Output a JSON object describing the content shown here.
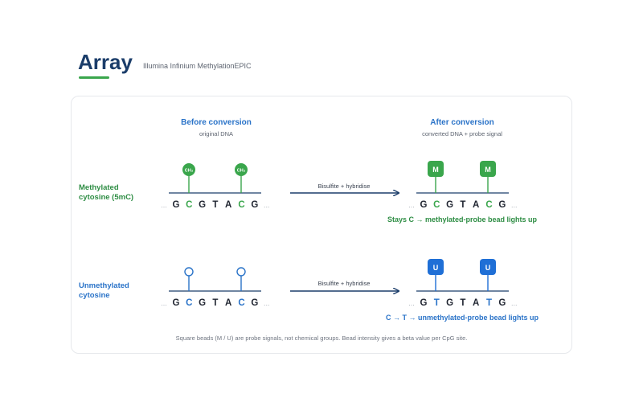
{
  "header": {
    "title": "Array",
    "subtitle": "Illumina Infinium MethylationEPIC"
  },
  "columns": {
    "before": {
      "title": "Before conversion",
      "subtitle": "original DNA"
    },
    "after": {
      "title": "After conversion",
      "subtitle": "converted DNA + probe signal"
    }
  },
  "rows": {
    "methylated": {
      "label_line1": "Methylated",
      "label_line2": "cytosine (5mC)",
      "mark_label": "CH₃",
      "before_seq": [
        "G",
        "C",
        "G",
        "T",
        "A",
        "C",
        "G"
      ],
      "after_seq": [
        "G",
        "C",
        "G",
        "T",
        "A",
        "C",
        "G"
      ],
      "arrow_label": "Bisulfite + hybridise",
      "bead_label": "M",
      "result": "Stays C → methylated-probe bead lights up"
    },
    "unmethylated": {
      "label_line1": "Unmethylated",
      "label_line2": "cytosine",
      "before_seq": [
        "G",
        "C",
        "G",
        "T",
        "A",
        "C",
        "G"
      ],
      "after_seq": [
        "G",
        "T",
        "G",
        "T",
        "A",
        "T",
        "G"
      ],
      "arrow_label": "Bisulfite + hybridise",
      "bead_label": "U",
      "result": "C → T → unmethylated-probe bead lights up"
    }
  },
  "ellipsis": "...",
  "footnote": "Square beads (M / U) are probe signals, not chemical groups. Bead intensity gives a beta value per CpG site.",
  "colors": {
    "navy": "#1b3d6a",
    "green": "#3aa64c",
    "blue": "#2a73c8",
    "bead_blue": "#1f6fd6"
  }
}
